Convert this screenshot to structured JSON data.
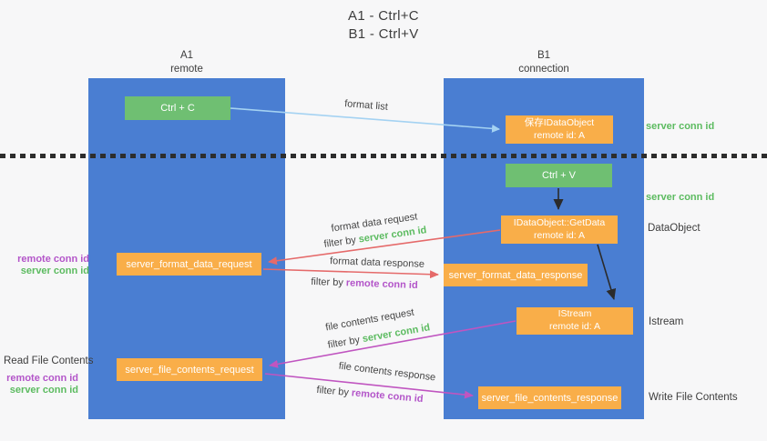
{
  "title": {
    "line1": "A1 - Ctrl+C",
    "line2": "B1 - Ctrl+V"
  },
  "lanes": {
    "left": {
      "id": "A1",
      "subtitle": "remote"
    },
    "right": {
      "id": "B1",
      "subtitle": "connection"
    }
  },
  "nodes": {
    "ctrl_c": {
      "label": "Ctrl + C"
    },
    "save_dataobject": {
      "line1": "保存IDataObject",
      "line2": "remote id: A"
    },
    "ctrl_v": {
      "label": "Ctrl + V"
    },
    "getdata": {
      "line1": "IDataObject::GetData",
      "line2": "remote id: A"
    },
    "format_request": {
      "label": "server_format_data_request"
    },
    "format_response": {
      "label": "server_format_data_response"
    },
    "istream": {
      "line1": "IStream",
      "line2": "remote id: A"
    },
    "file_request": {
      "label": "server_file_contents_request"
    },
    "file_response": {
      "label": "server_file_contents_response"
    }
  },
  "annotations": {
    "server_conn_top": "server conn id",
    "server_conn_mid": "server conn id",
    "dataobject": "DataObject",
    "istream": "Istream",
    "write_file": "Write File Contents",
    "read_file": "Read File Contents",
    "remote_conn_1": "remote conn id",
    "server_conn_1": "server conn id",
    "remote_conn_2": "remote conn id",
    "server_conn_2": "server conn id"
  },
  "arrows": {
    "format_list": "format list",
    "format_data_request": "format data request",
    "format_data_response": "format data response",
    "file_contents_request": "file contents request",
    "file_contents_response": "file contents response",
    "filter_prefix": "filter by ",
    "server_conn_key": "server conn id",
    "remote_conn_key": "remote conn id"
  },
  "colors": {
    "lane_blue": "#4a7ed2",
    "box_green": "#6fbf72",
    "box_orange": "#f9ae49",
    "text_green": "#5cbb60",
    "text_purple": "#b355c9",
    "arrow_red": "#e56a6a",
    "arrow_magenta": "#c055c0",
    "arrow_light_blue": "#a4d2f2",
    "arrow_black": "#2b2b2b"
  }
}
